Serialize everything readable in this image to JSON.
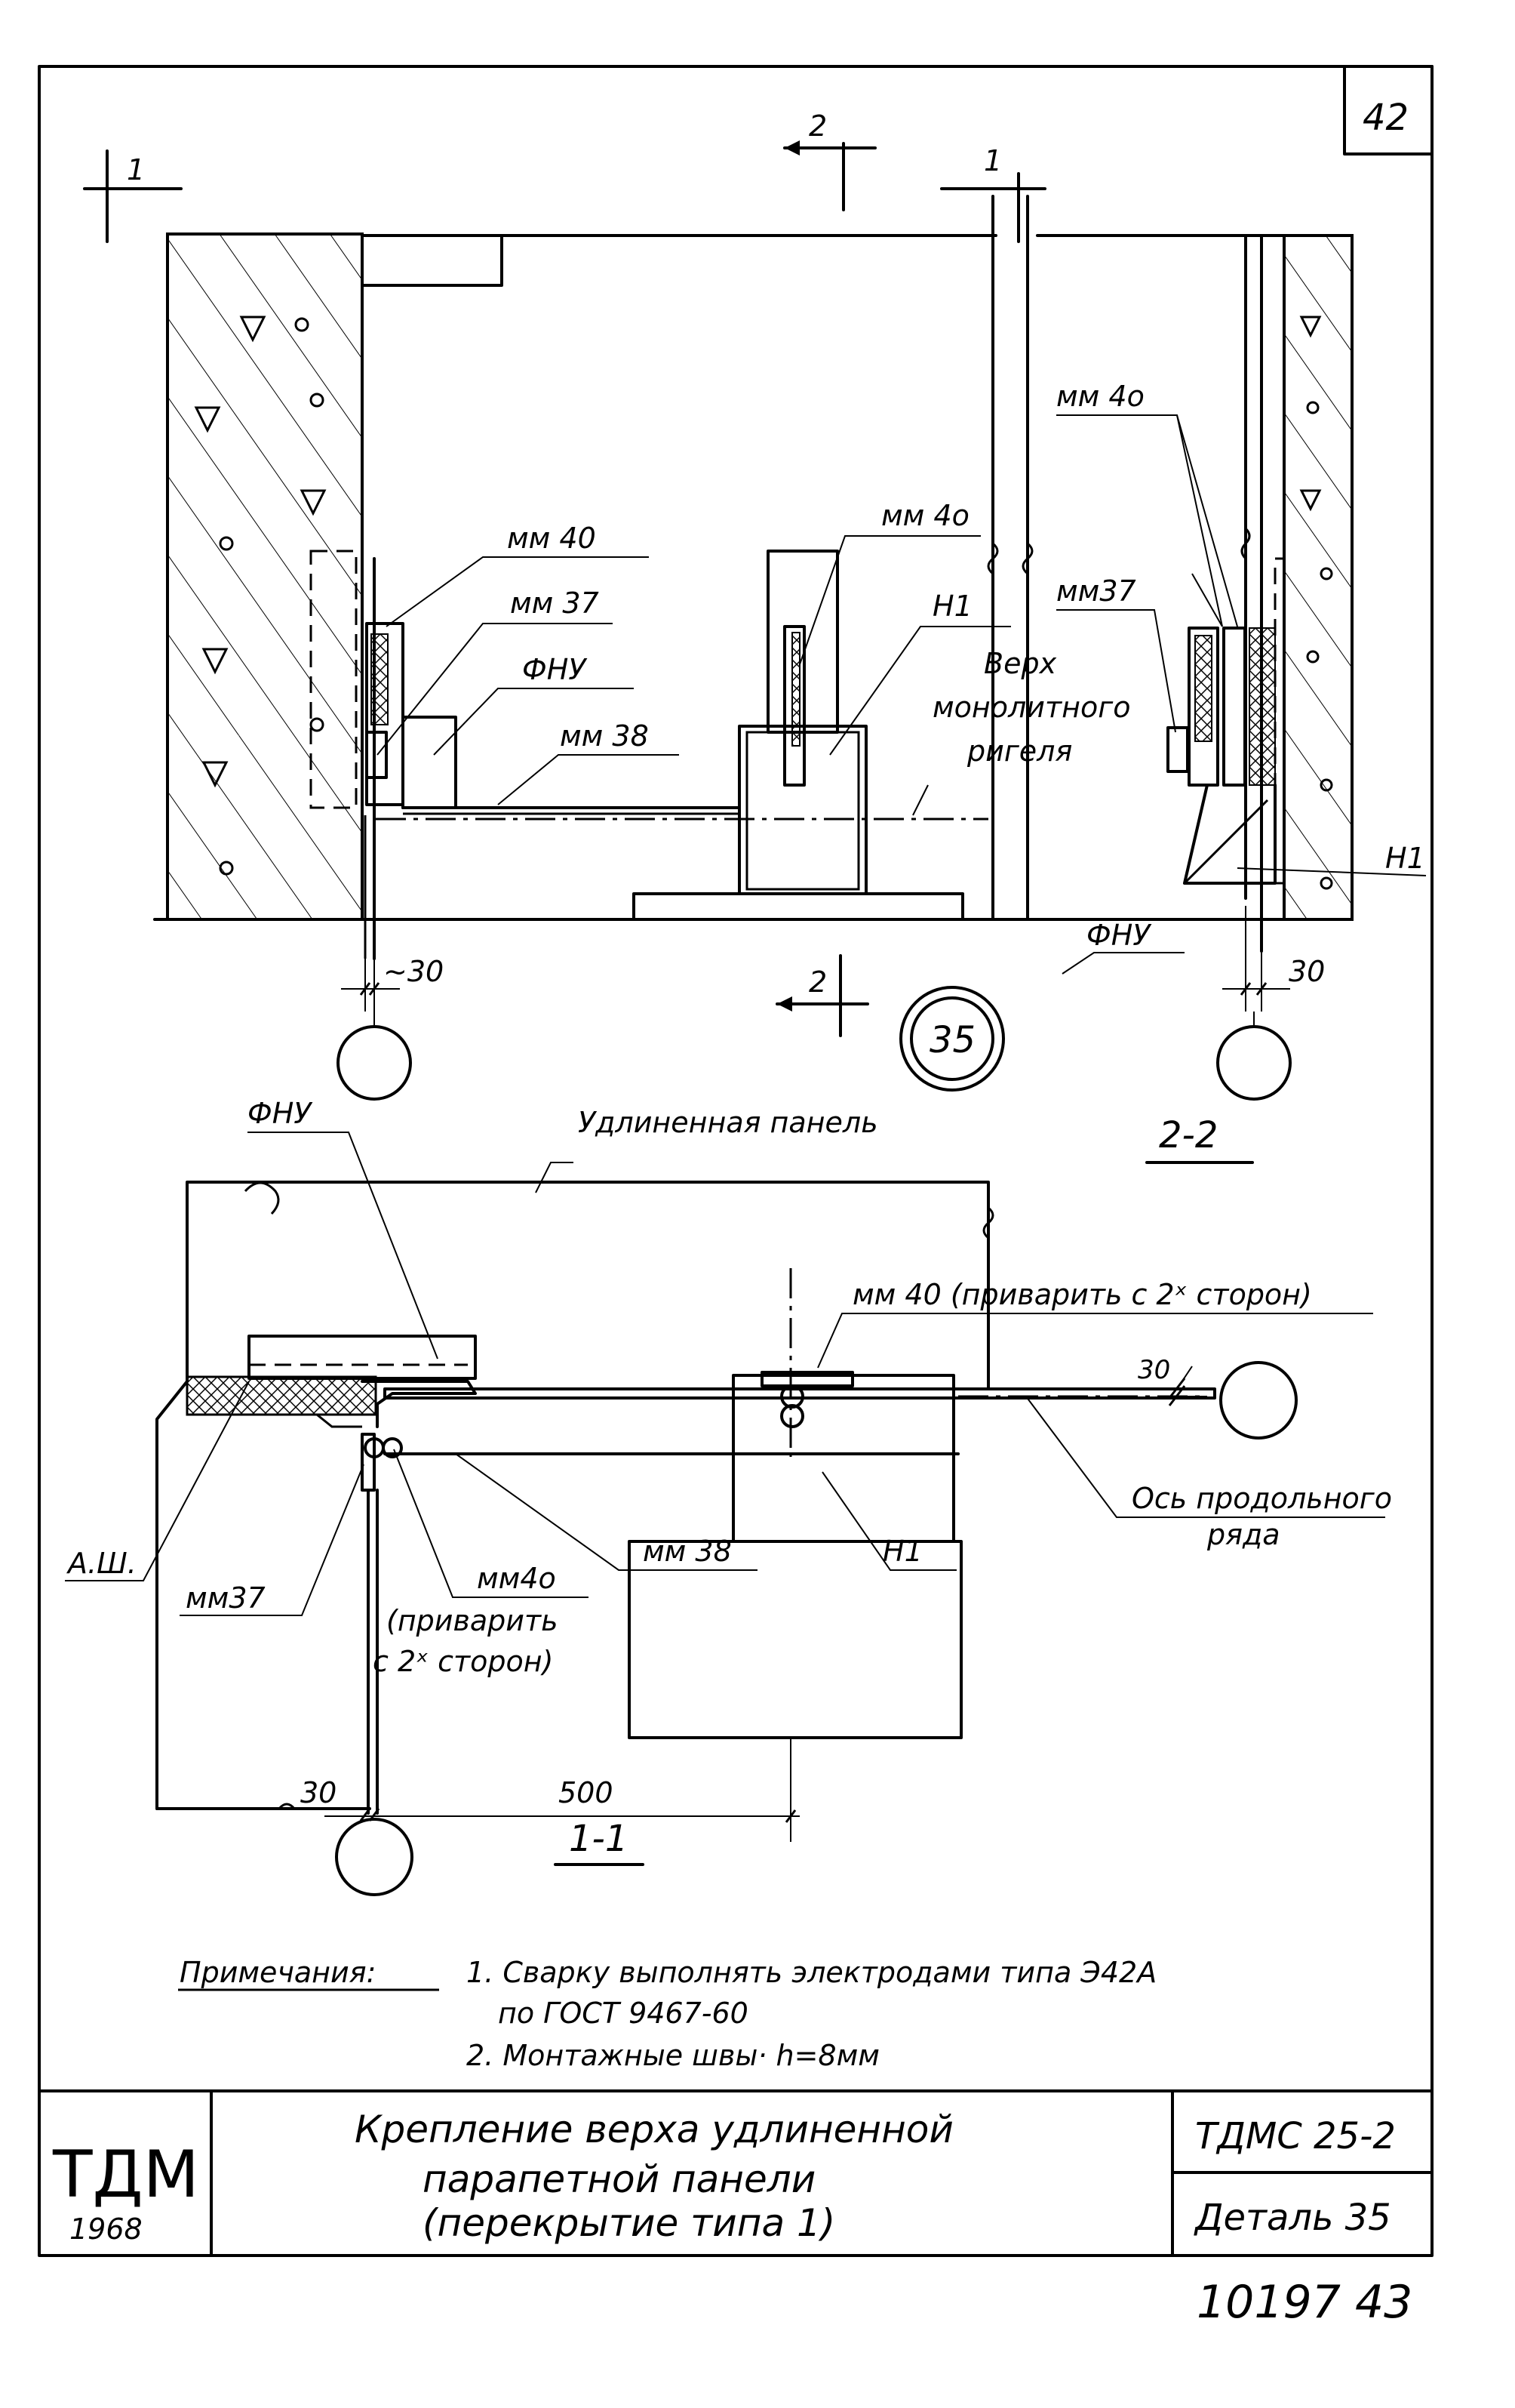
{
  "sheet": {
    "page_number": "42",
    "archive_number": "10197 43"
  },
  "sections": {
    "cut_1": "1",
    "cut_2": "2",
    "section_2_2": "2-2",
    "section_1_1": "1-1",
    "detail_circle": "35"
  },
  "labels_2_2": {
    "mm40_a": "мм 40",
    "mm37_a": "мм 37",
    "fnu_a": "ФНУ",
    "mm38_a": "мм 38",
    "mm40_b": "мм 4о",
    "n1_a": "Н1",
    "verh_1": "Верх",
    "verh_2": "монолитного",
    "verh_3": "ригеля",
    "mm40_c": "мм 4о",
    "mm37_b": "мм37",
    "n1_b": "Н1",
    "fnu_b": "ФНУ",
    "dim_30_left": "~30",
    "dim_30_right": "30"
  },
  "labels_1_1": {
    "fnu": "ФНУ",
    "panel": "Удлиненная панель",
    "mm40_weld": "мм 40 (приварить с 2ˣ сторон)",
    "dim_30_top": "30",
    "axis_1": "Ось продольного",
    "axis_2": "ряда",
    "ash": "А.Ш.",
    "mm38": "мм 38",
    "n1": "Н1",
    "mm37": "мм37",
    "mm40_low": "мм4о",
    "weld_1": "(приварить",
    "weld_2": "с 2ˣ сторон)",
    "dim_30_bottom": "30",
    "dim_500": "500"
  },
  "notes": {
    "heading": "Примечания:",
    "line1": "1. Сварку выполнять электродами типа Э42А",
    "line2": "по ГОСТ 9467-60",
    "line3": "2. Монтажные швы· h=8мм"
  },
  "title_block": {
    "org": "ТДМ",
    "year": "1968",
    "title_1": "Крепление верха удлиненной",
    "title_2": "парапетной панели",
    "title_3": "(перекрытие типа 1)",
    "series": "ТДМС 25-2",
    "detail": "Деталь 35"
  }
}
